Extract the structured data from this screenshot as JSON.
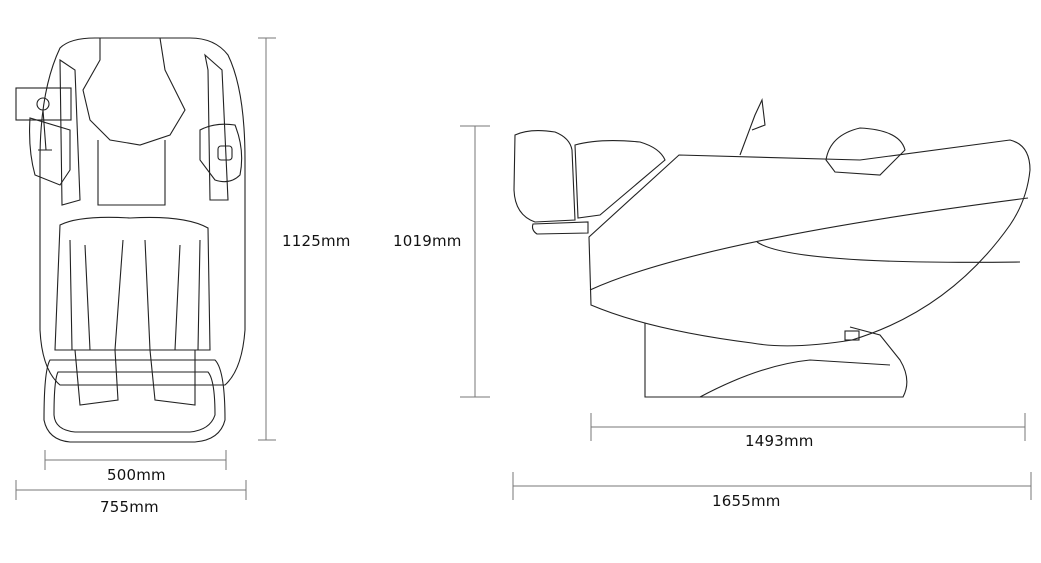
{
  "front_view": {
    "height_label": "1125mm",
    "inner_width_label": "500mm",
    "outer_width_label": "755mm"
  },
  "side_view": {
    "height_label": "1019mm",
    "base_length_label": "1493mm",
    "total_length_label": "1655mm"
  },
  "colors": {
    "line": "#222222",
    "dimension": "#777777"
  }
}
